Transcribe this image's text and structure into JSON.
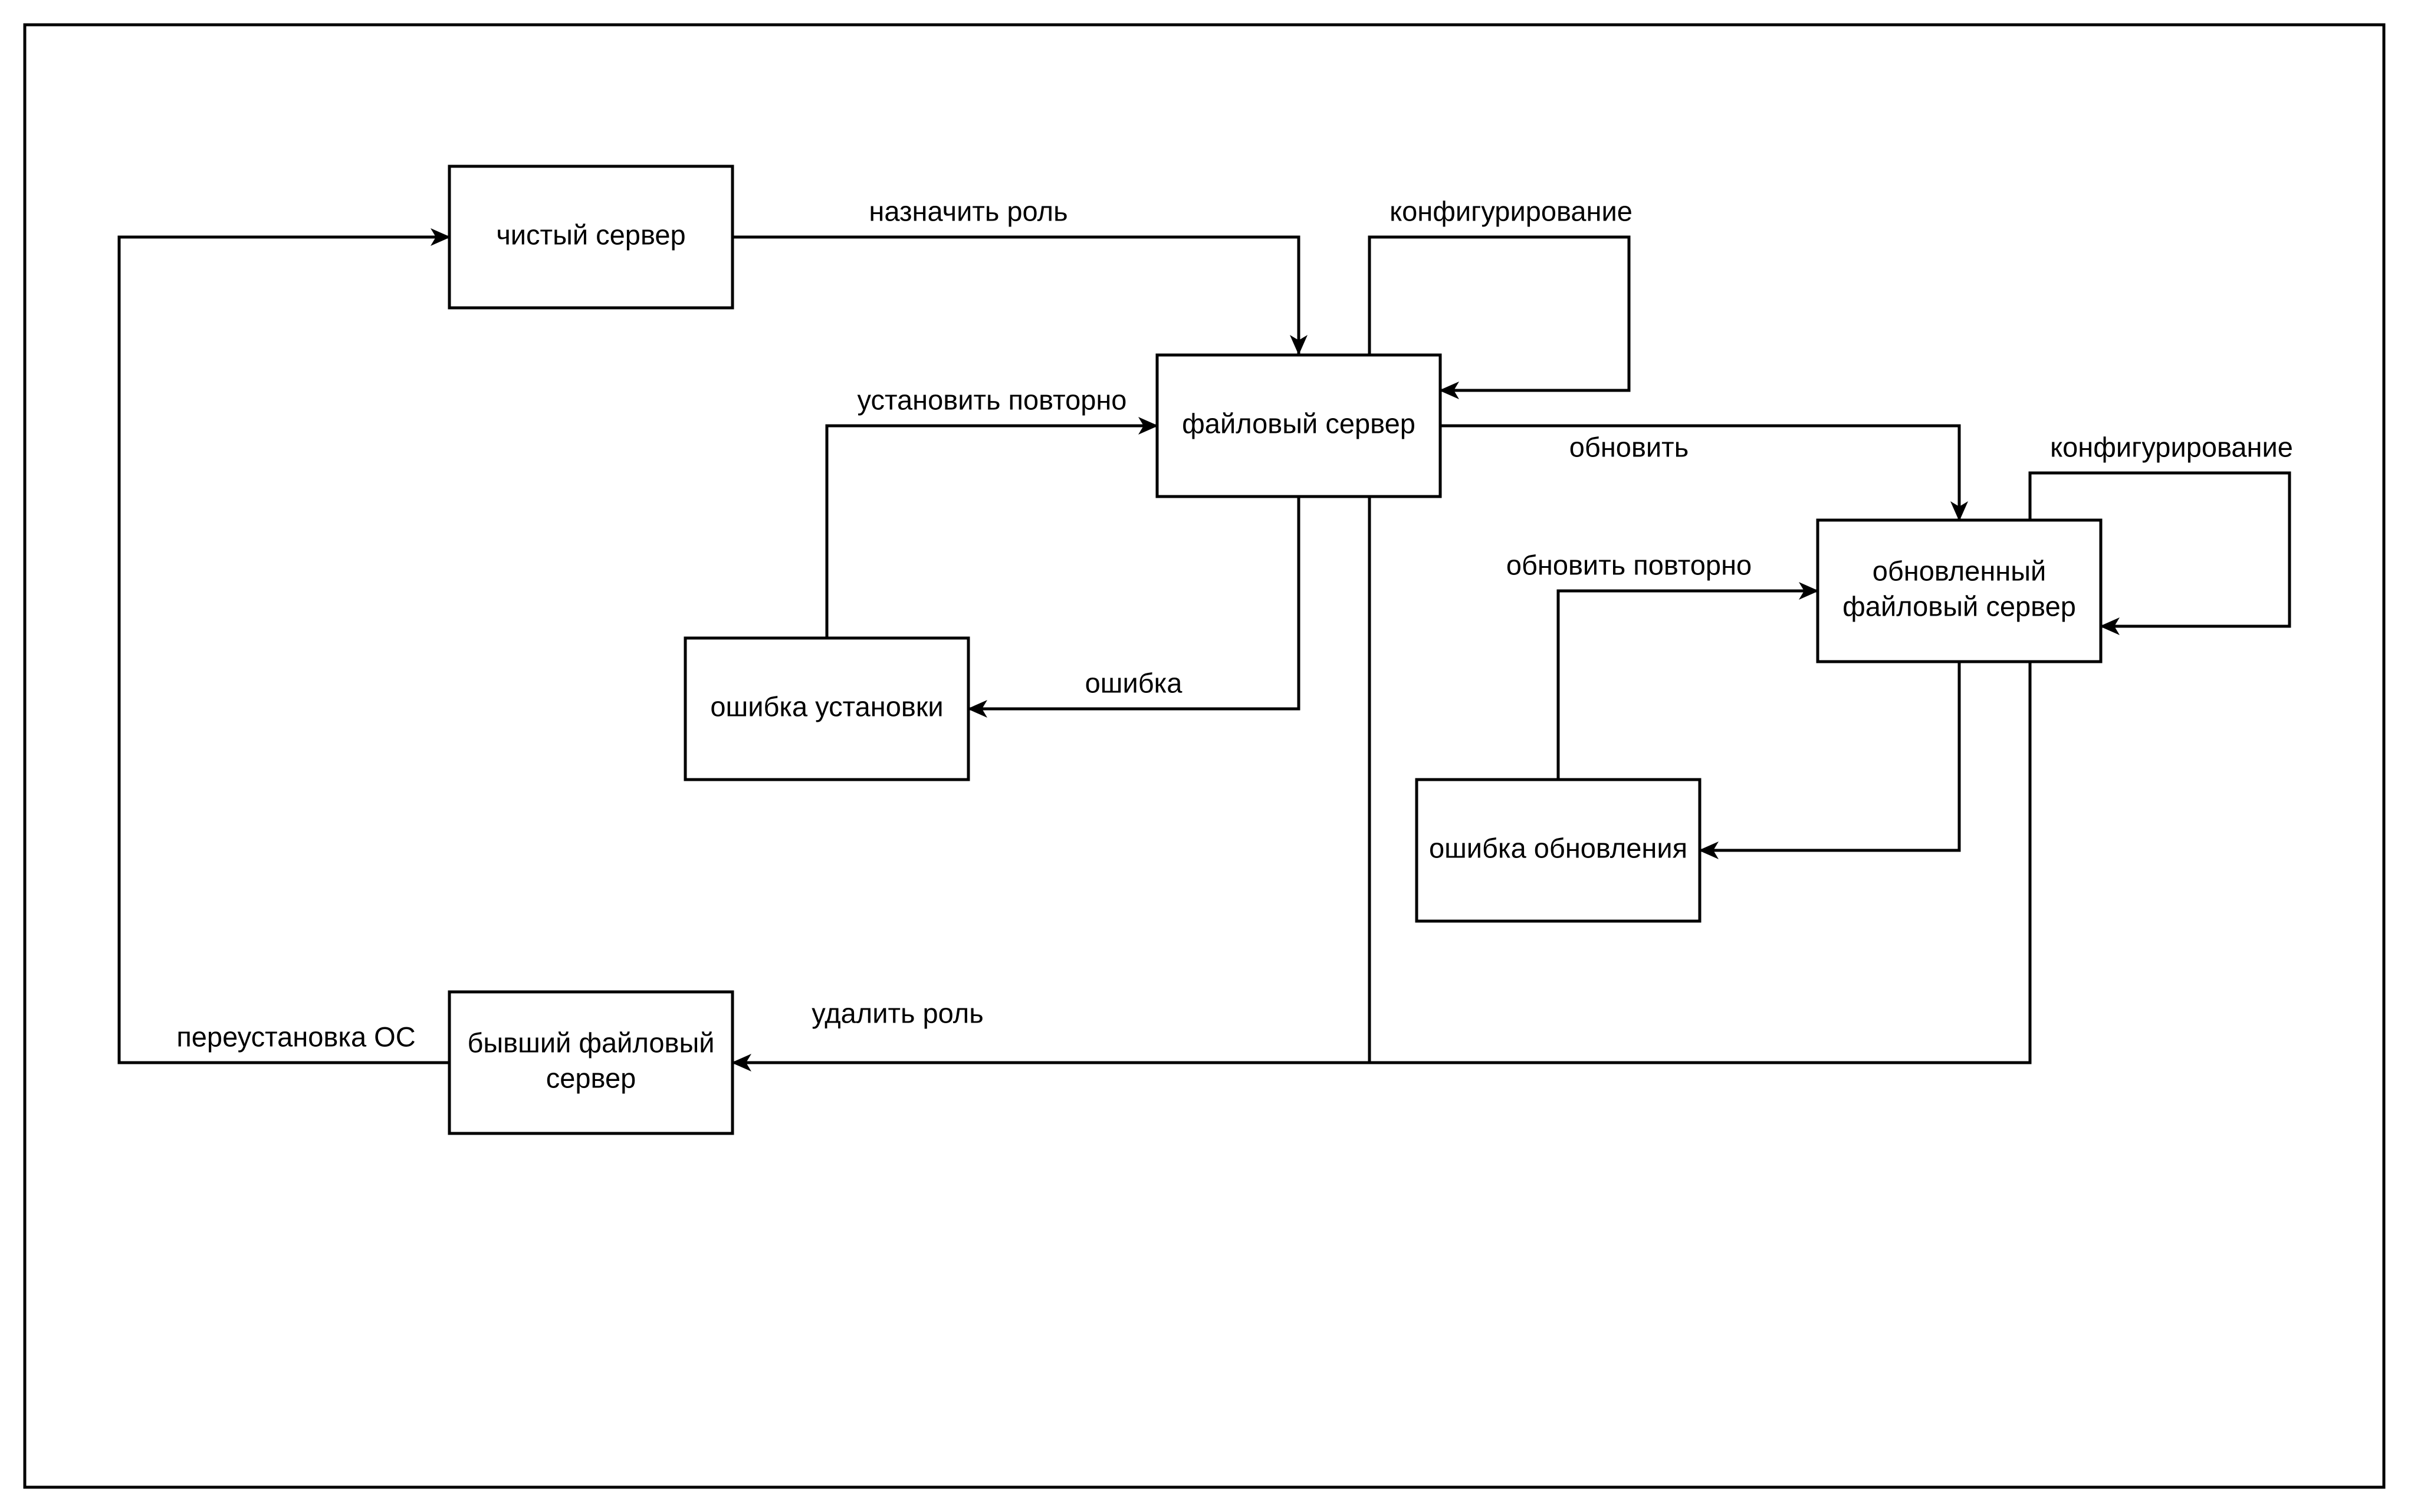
{
  "diagram": {
    "nodes": {
      "clean_server": [
        "чистый сервер"
      ],
      "file_server": [
        "файловый сервер"
      ],
      "install_error": [
        "ошибка установки"
      ],
      "updated_file_server": [
        "обновленный",
        "файловый сервер"
      ],
      "update_error": [
        "ошибка обновления"
      ],
      "former_file_server": [
        "бывший файловый",
        "сервер"
      ]
    },
    "edges": {
      "assign_role": "назначить роль",
      "configure_file_server": "конфигурирование",
      "reinstall": "установить повторно",
      "error": "ошибка",
      "update": "обновить",
      "configure_updated": "конфигурирование",
      "update_again": "обновить повторно",
      "remove_role": "удалить роль",
      "reinstall_os": "переустановка ОС"
    }
  }
}
